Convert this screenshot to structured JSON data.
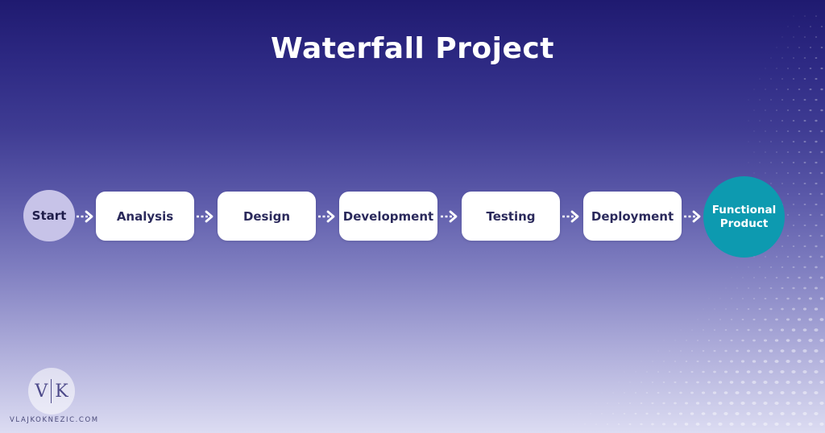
{
  "title": "Waterfall Project",
  "flow": {
    "start": "Start",
    "steps": [
      "Analysis",
      "Design",
      "Development",
      "Testing",
      "Deployment"
    ],
    "end": "Functional Product"
  },
  "logo": {
    "left": "V",
    "right": "K",
    "site": "VLAJKOKNEZIC.COM"
  },
  "colors": {
    "start_fill": "#c7c3e8",
    "step_fill": "#ffffff",
    "end_fill": "#0d9ab0",
    "title_text": "#ffffff"
  }
}
